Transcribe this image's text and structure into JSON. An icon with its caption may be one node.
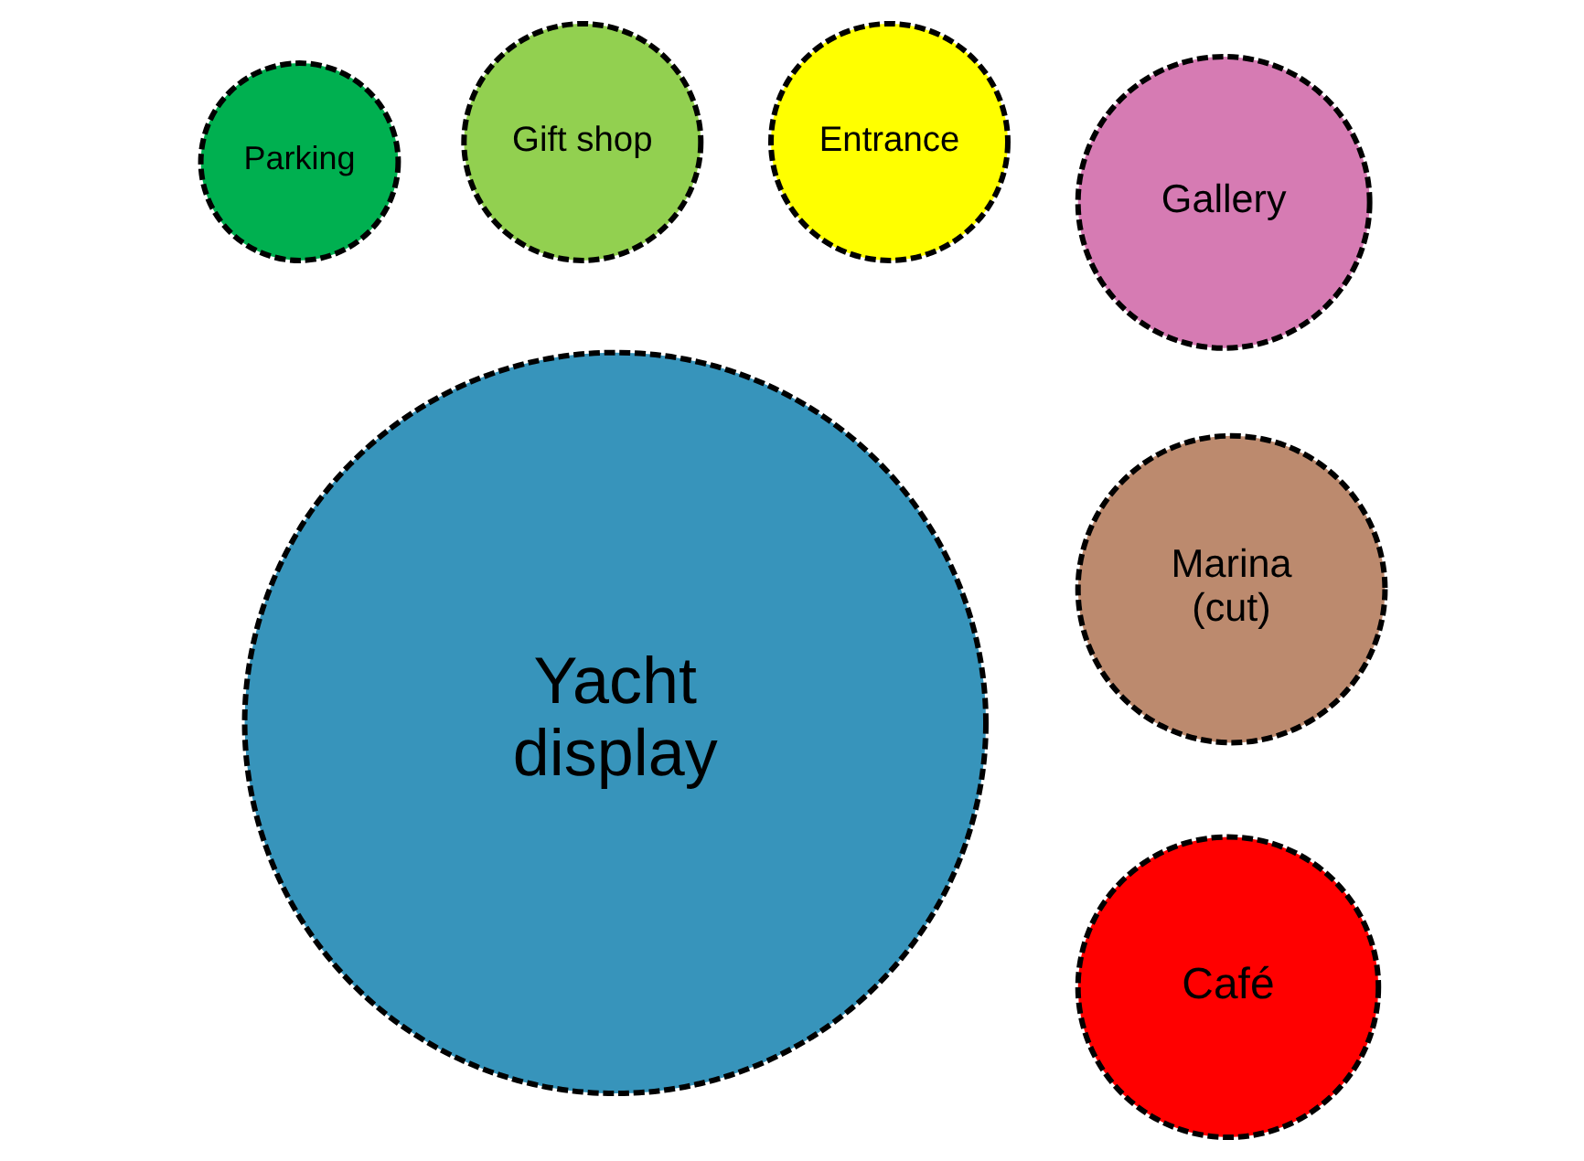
{
  "diagram": {
    "nodes": [
      {
        "text": [
          "Entrance"
        ]
      },
      {
        "text": [
          "Parking"
        ]
      },
      {
        "text": [
          "Gift shop"
        ]
      },
      {
        "text": [
          "Café"
        ]
      },
      {
        "text": [
          "Yacht display"
        ]
      },
      {
        "text": [
          "Marina (cut)"
        ]
      },
      {
        "text": [
          "Gallery"
        ]
      }
    ]
  }
}
